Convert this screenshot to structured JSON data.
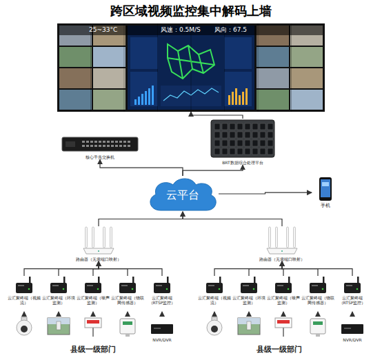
{
  "diagram": {
    "title": "跨区域视频监控集中解码上墙",
    "nodes": [
      {
        "text": [
          "25~33°C",
          "风速：0.5M/S",
          "风向：67.5"
        ]
      },
      {
        "text": [
          "核心千兆交换机"
        ]
      },
      {
        "text": [
          "BRT数据综合处理平台"
        ]
      },
      {
        "text": [
          "云平台"
        ]
      },
      {
        "text": [
          "手机"
        ]
      },
      {
        "text": [
          "路由器（无需端口映射）"
        ]
      },
      {
        "text": [
          "路由器（无需端口映射）"
        ]
      },
      {
        "text": [
          "云汇聚终端（视频流）"
        ]
      },
      {
        "text": [
          "云汇聚终端（环境监测）"
        ]
      },
      {
        "text": [
          "云汇聚终端（噪声监测）"
        ]
      },
      {
        "text": [
          "云汇聚终端（物联网传感器）"
        ]
      },
      {
        "text": [
          "云汇聚终端（RTSP监控）"
        ]
      },
      {
        "text": [
          "云汇聚终端（视频流）"
        ]
      },
      {
        "text": [
          "云汇聚终端（环境监测）"
        ]
      },
      {
        "text": [
          "云汇聚终端（噪声监测）"
        ]
      },
      {
        "text": [
          "云汇聚终端（物联网传感器）"
        ]
      },
      {
        "text": [
          "云汇聚终端（RTSP监控）"
        ]
      }
    ],
    "edges": [
      {
        "from": 2,
        "to": 0,
        "arrow": "to"
      },
      {
        "from": 3,
        "to": 1,
        "arrow": "to"
      },
      {
        "from": 3,
        "to": 2,
        "arrow": "to"
      },
      {
        "from": 3,
        "to": 4,
        "arrow": "to"
      },
      {
        "from": 5,
        "to": 3,
        "arrow": "to"
      },
      {
        "from": 6,
        "to": 3,
        "arrow": "to"
      },
      {
        "from": 7,
        "to": 5,
        "arrow": "to"
      },
      {
        "from": 8,
        "to": 5,
        "arrow": "to"
      },
      {
        "from": 9,
        "to": 5,
        "arrow": "to"
      },
      {
        "from": 10,
        "to": 5,
        "arrow": "to"
      },
      {
        "from": 11,
        "to": 5,
        "arrow": "to"
      },
      {
        "from": 12,
        "to": 6,
        "arrow": "to"
      },
      {
        "from": 13,
        "to": 6,
        "arrow": "to"
      },
      {
        "from": 14,
        "to": 6,
        "arrow": "to"
      },
      {
        "from": 15,
        "to": 6,
        "arrow": "to"
      },
      {
        "from": 16,
        "to": 6,
        "arrow": "to"
      }
    ],
    "labels": [
      "NVR/DVR",
      "NVR/DVR",
      "县级一级部门",
      "县级一级部门"
    ]
  }
}
